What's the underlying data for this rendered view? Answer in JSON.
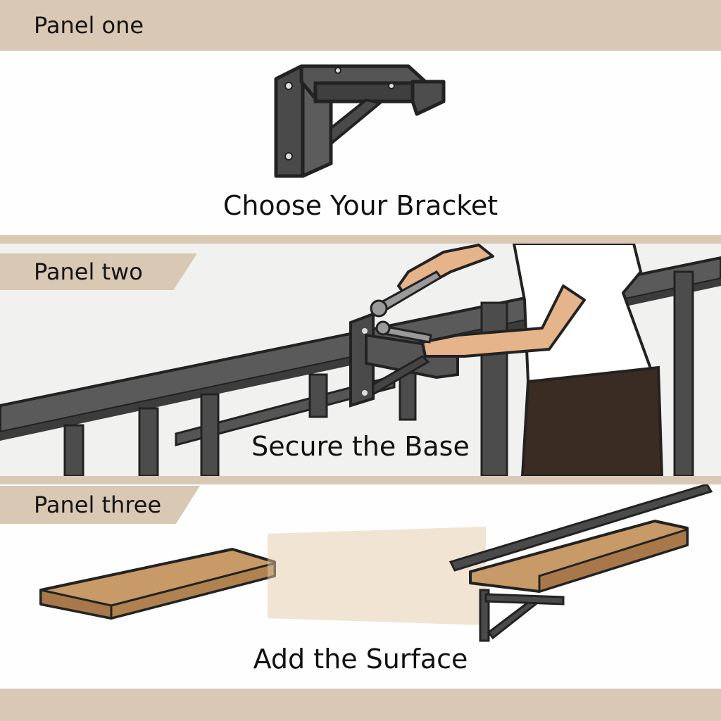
{
  "panels": [
    {
      "label": "Panel one",
      "caption": "Choose Your Bracket"
    },
    {
      "label": "Panel two",
      "caption": "Secure the Base"
    },
    {
      "label": "Panel three",
      "caption": "Add the Surface"
    }
  ],
  "colors": {
    "band": "#d9c8b4",
    "metal": "#4a4a4a",
    "wood": "#b98b5c",
    "shirt": "#ffffff",
    "pants": "#3a2c22",
    "skin": "#e6b48a"
  },
  "icons": [
    "bracket-illustration",
    "railing-illustration",
    "wrench-icon",
    "person-illustration",
    "wood-plank-illustration"
  ]
}
